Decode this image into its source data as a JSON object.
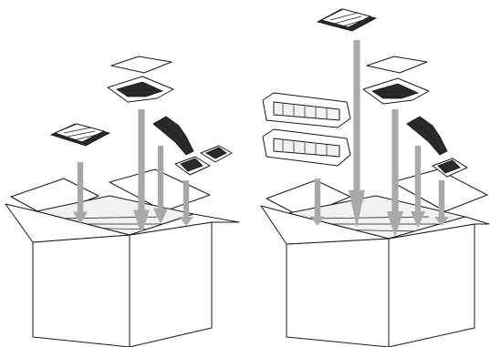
{
  "diagram": {
    "kind": "packing-illustration",
    "panels": [
      {
        "items": [
          "document-sheet",
          "scanner-carriage-assembly",
          "manual-booklet",
          "power-cord",
          "cable-clip",
          "cable-clip"
        ]
      },
      {
        "items": [
          "manual-booklet",
          "document-sheet",
          "scanner-carriage-assembly",
          "protective-insert",
          "protective-insert",
          "power-cord",
          "cable-clip"
        ]
      }
    ],
    "colors": {
      "outline": "#1a1a1a",
      "arrow": "#a9a9a9",
      "fill": "#ffffff",
      "dark": "#2a2a2a"
    }
  }
}
